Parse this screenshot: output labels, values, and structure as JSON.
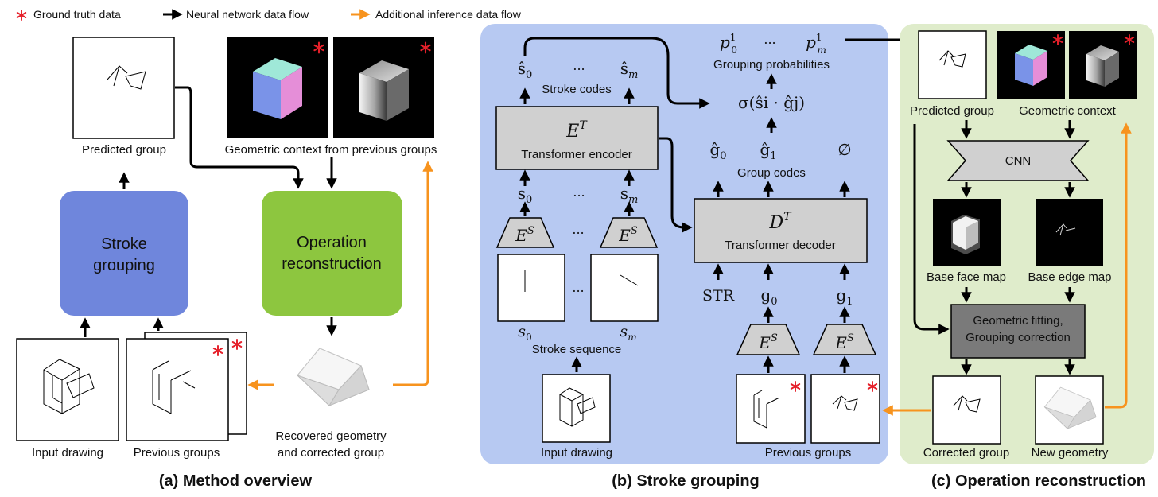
{
  "legend": {
    "ground_truth": "Ground truth data",
    "nn_flow": "Neural network data flow",
    "extra_flow": "Additional inference data flow"
  },
  "colors": {
    "black_arrow": "#000000",
    "orange_arrow": "#f7931e",
    "star_red": "#e5202a",
    "stroke_grouping_box": "#6f86dc",
    "operation_box": "#8dc63f",
    "panel_b_bg": "#b7c9f2",
    "panel_c_bg": "#dfeccb",
    "gray_block": "#d0d0d0",
    "dark_block": "#7a7a7a"
  },
  "overview": {
    "caption": "(a) Method overview",
    "stroke_grouping_1": "Stroke",
    "stroke_grouping_2": "grouping",
    "operation_1": "Operation",
    "operation_2": "reconstruction",
    "predicted_group": "Predicted group",
    "geometric_context": "Geometric context from previous groups",
    "input_drawing": "Input drawing",
    "previous_groups": "Previous groups",
    "recovered_1": "Recovered geometry",
    "recovered_2": "and corrected group"
  },
  "grouping": {
    "caption": "(b) Stroke grouping",
    "enc_sym": "E",
    "enc_sup": "T",
    "enc_label": "Transformer encoder",
    "dec_sym": "D",
    "dec_sup": "T",
    "dec_label": "Transformer decoder",
    "es_sym": "E",
    "es_sup": "S",
    "stroke_codes": "Stroke codes",
    "stroke_sequence": "Stroke sequence",
    "group_codes": "Group codes",
    "grouping_prob": "Grouping probabilities",
    "sigma_expr": "σ(ŝi · ĝj)",
    "input_drawing": "Input drawing",
    "previous_groups": "Previous groups",
    "str_token": "STR",
    "ellipsis": "...",
    "empty_set": "∅"
  },
  "reconstruction": {
    "caption": "(c) Operation reconstruction",
    "predicted_group": "Predicted group",
    "geometric_context": "Geometric context",
    "cnn": "CNN",
    "base_face_map": "Base face map",
    "base_edge_map": "Base edge map",
    "fitting_1": "Geometric fitting,",
    "fitting_2": "Grouping correction",
    "corrected_group": "Corrected group",
    "new_geometry": "New geometry"
  }
}
